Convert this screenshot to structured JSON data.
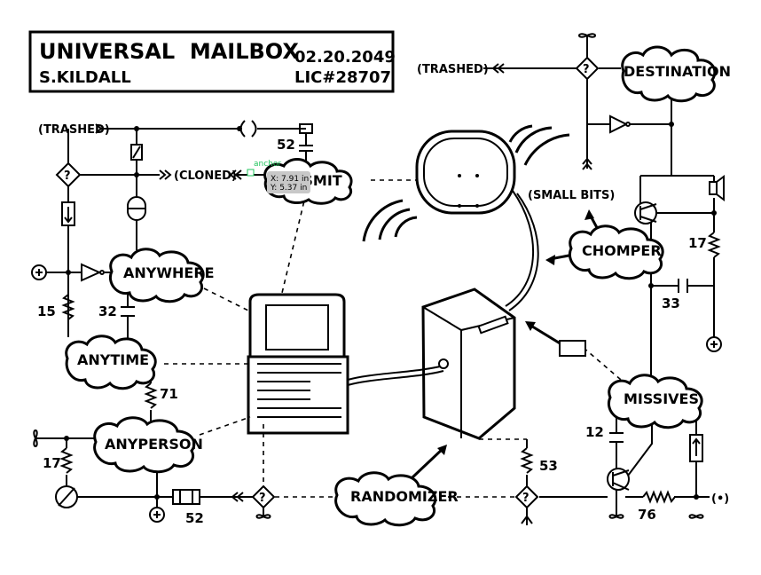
{
  "header": {
    "title": "UNIVERSAL  MAILBOX",
    "author": "S.KILDALL",
    "date": "02.20.2049",
    "license": "LIC#28707"
  },
  "clouds": {
    "destination": "DESTINATION",
    "transmit": "NSMIT",
    "chomper": "CHOMPER",
    "anywhere": "ANYWHERE",
    "anytime": "ANYTIME",
    "anyperson": "ANYPERSON",
    "missives": "MISSIVES",
    "randomizer": "RANDOMIZER"
  },
  "labels": {
    "trashed_top": "(TRASHED)",
    "trashed_left": "(TRASHED)",
    "cloned": "(CLONED)",
    "small_bits": "(SMALL BITS)",
    "diamond_mark": "?",
    "output_symbol": "(•)"
  },
  "values": {
    "v52_top": "52",
    "v17_right": "17",
    "v33": "33",
    "v15": "15",
    "v32": "32",
    "v71": "71",
    "v17_left": "17",
    "v52_bottom": "52",
    "v12": "12",
    "v53": "53",
    "v76": "76"
  },
  "tooltip": {
    "anchor": "anchor",
    "x": "X: 7.91 in",
    "y": "Y: 5.37 in"
  },
  "colors": {
    "line": "#000000",
    "background": "#ffffff",
    "anchor_text": "#22c55e",
    "tooltip_bg": "#c8c8c8"
  }
}
